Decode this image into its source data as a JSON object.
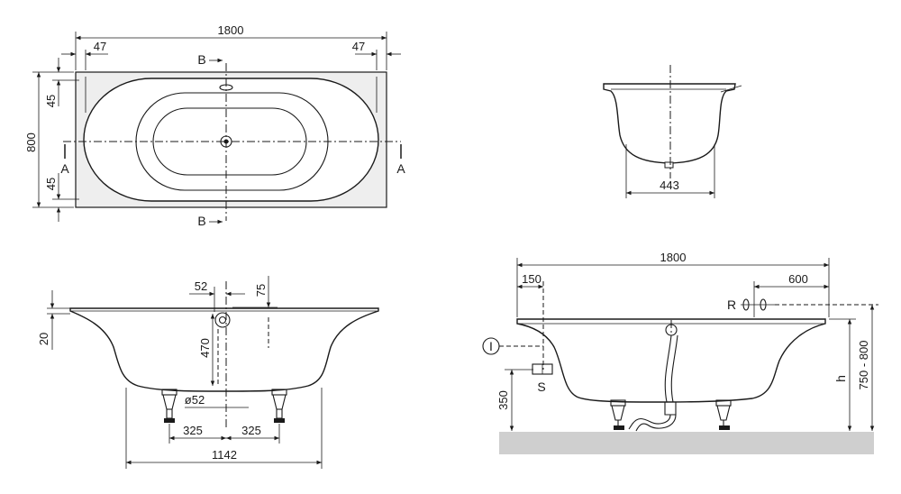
{
  "top_view": {
    "length": "1800",
    "edge_left": "47",
    "edge_right": "47",
    "width": "800",
    "rim_top": "45",
    "rim_bottom": "45",
    "section_a_left": "A",
    "section_a_right": "A",
    "section_b_top": "B",
    "section_b_bottom": "B"
  },
  "cross_section": {
    "base_width": "443"
  },
  "front_view": {
    "d52": "52",
    "d75": "75",
    "d20": "20",
    "d470": "470",
    "drain_dia": "ø52",
    "leg_left": "325",
    "leg_right": "325",
    "base_length": "1142"
  },
  "side_view": {
    "length": "1800",
    "d150": "150",
    "d600": "600",
    "label_r": "R",
    "label_i": "I",
    "label_s": "S",
    "d350": "350",
    "label_h": "h",
    "height_range": "750 - 800"
  }
}
